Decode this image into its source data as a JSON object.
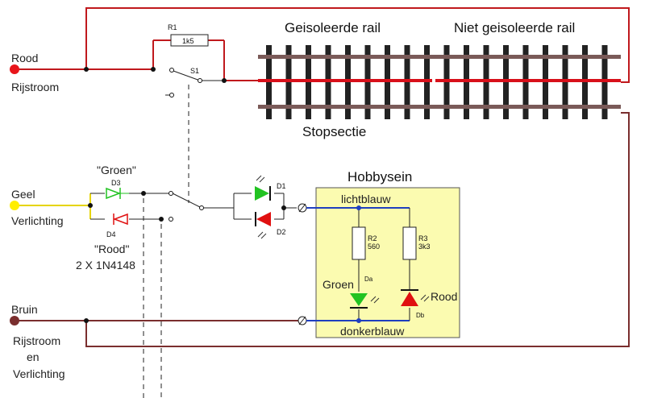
{
  "labels": {
    "rood": "Rood",
    "rijstroom": "Rijstroom",
    "geel": "Geel",
    "verlichting": "Verlichting",
    "bruin": "Bruin",
    "rijstroom2": "Rijstroom",
    "en": "en",
    "verlichting2": "Verlichting",
    "geisoleerde": "Geisoleerde rail",
    "niet_geisoleerde": "Niet geisoleerde rail",
    "stopsectie": "Stopsectie",
    "hobbysein": "Hobbysein",
    "lichtblauw": "lichtblauw",
    "donkerblauw": "donkerblauw",
    "groen_q": "\"Groen\"",
    "rood_q": "\"Rood\"",
    "d3": "D3",
    "d4": "D4",
    "diodes": "2 X 1N4148",
    "r1": "R1",
    "r1_val": "1k5",
    "s1": "S1",
    "d1": "D1",
    "d2": "D2",
    "r2": "R2",
    "r2_val": "560",
    "r3": "R3",
    "r3_val": "3k3",
    "groen": "Groen",
    "rood_led": "Rood",
    "da": "Da",
    "db": "Db"
  },
  "colors": {
    "red_wire": "#c0191d",
    "brown_wire": "#7a2e2e",
    "blue_wire": "#1f3fbf",
    "yellow_wire": "#f2e100",
    "signal_box": "#fbfbb0",
    "led_green": "#22c322",
    "led_red": "#e01010",
    "rail": "#7a5a58"
  }
}
